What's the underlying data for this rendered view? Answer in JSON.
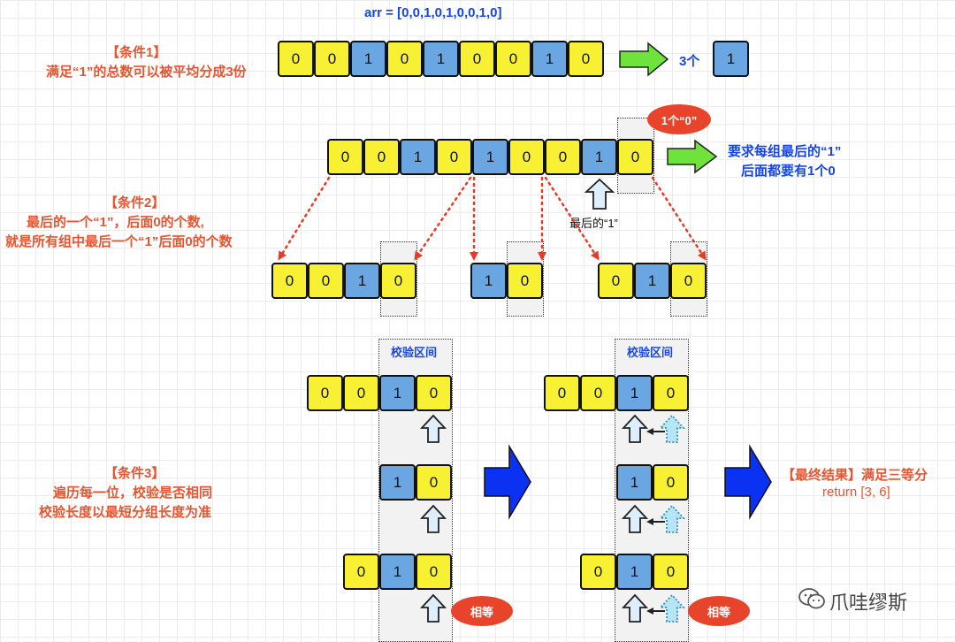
{
  "title": "arr = [0,0,1,0,1,0,0,1,0]",
  "condition1": {
    "heading": "【条件1】",
    "desc": "满足“1”的总数可以被平均分成3份",
    "result_count": "3个",
    "result_cell": "1"
  },
  "row_values": [
    "0",
    "0",
    "1",
    "0",
    "1",
    "0",
    "0",
    "1",
    "0"
  ],
  "bubble_one_zero": "1个“0”",
  "requirement": {
    "line1": "要求每组最后的“1”",
    "line2": "后面都要有1个0"
  },
  "last_one_label": "最后的“1”",
  "condition2": {
    "heading": "【条件2】",
    "line1": "最后的一个“1”，后面0的个数,",
    "line2": "就是所有组中最后一个“1”后面0的个数"
  },
  "groups": {
    "group1": [
      "0",
      "0",
      "1",
      "0"
    ],
    "group2": [
      "1",
      "0"
    ],
    "group3": [
      "0",
      "1",
      "0"
    ]
  },
  "check_range_label": "校验区间",
  "condition3": {
    "heading": "【条件3】",
    "line1": "遍历每一位，校验是否相同",
    "line2": "校验长度以最短分组长度为准"
  },
  "equal_label": "相等",
  "final": {
    "line1": "【最终结果】满足三等分",
    "line2": "return [3, 6]"
  },
  "watermark": "爪哇缪斯",
  "colors": {
    "yellow_cell": "#f7f033",
    "blue_cell": "#6aa7e2",
    "red_text": "#e8542f",
    "blue_text": "#1646e6",
    "green_arrow": "#6fe23c",
    "big_arrow": "#0b32f2",
    "bubble": "#e8442b"
  }
}
